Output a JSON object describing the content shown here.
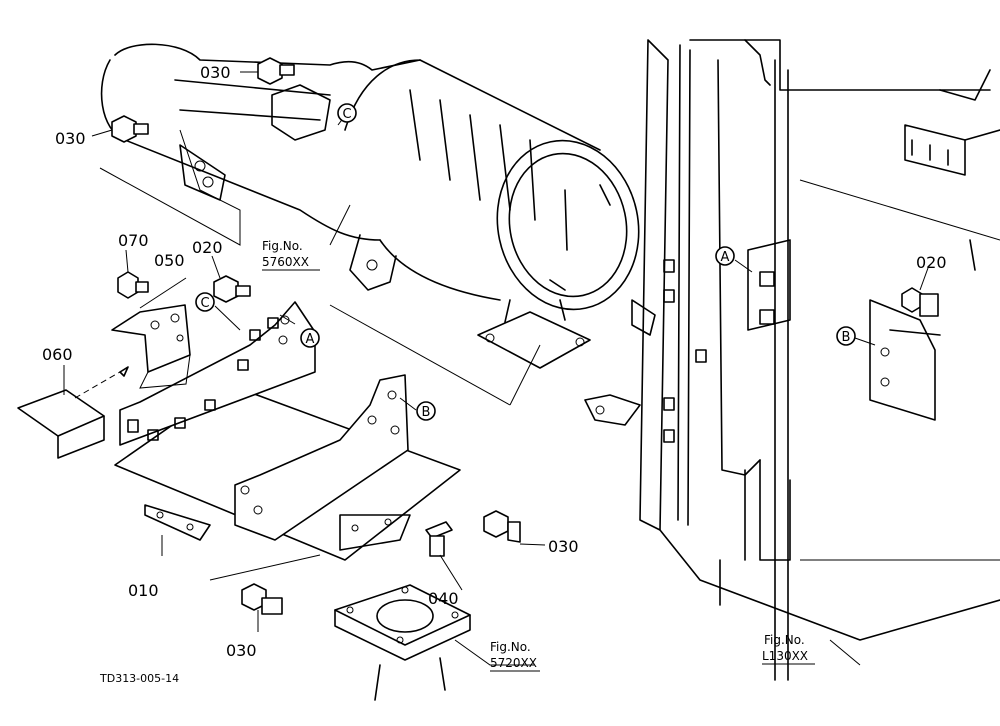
{
  "part_labels": {
    "p030_a": "030",
    "p030_b": "030",
    "p030_c": "030",
    "p030_d": "030",
    "p070": "070",
    "p050": "050",
    "p020_a": "020",
    "p020_b": "020",
    "p060": "060",
    "p010": "010",
    "p040": "040"
  },
  "callouts": {
    "c_top": "C",
    "c_mid": "C",
    "a_left": "A",
    "a_right": "A",
    "b_left": "B",
    "b_right": "B"
  },
  "fig_refs": {
    "muffler": {
      "title": "Fig.No.",
      "number": "5760XX"
    },
    "flange": {
      "title": "Fig.No.",
      "number": "5720XX"
    },
    "frame": {
      "title": "Fig.No.",
      "number": "L130XX"
    }
  },
  "doc_id": "TD313-005-14"
}
